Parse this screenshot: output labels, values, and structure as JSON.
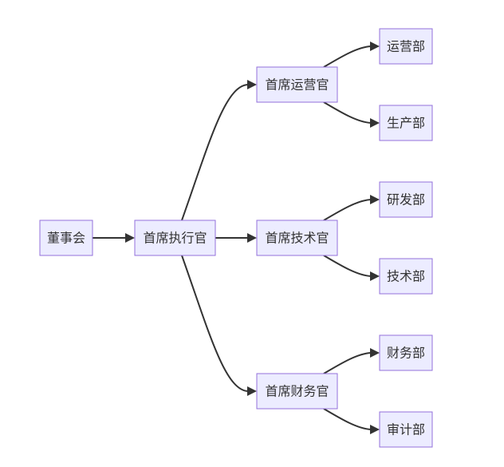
{
  "nodes": {
    "board": "董事会",
    "ceo": "首席执行官",
    "coo": "首席运营官",
    "cto": "首席技术官",
    "cfo": "首席财务官",
    "operations": "运营部",
    "production": "生产部",
    "rnd": "研发部",
    "technology": "技术部",
    "finance": "财务部",
    "audit": "审计部"
  },
  "edges": [
    [
      "board",
      "ceo"
    ],
    [
      "ceo",
      "coo"
    ],
    [
      "ceo",
      "cto"
    ],
    [
      "ceo",
      "cfo"
    ],
    [
      "coo",
      "operations"
    ],
    [
      "coo",
      "production"
    ],
    [
      "cto",
      "rnd"
    ],
    [
      "cto",
      "technology"
    ],
    [
      "cfo",
      "finance"
    ],
    [
      "cfo",
      "audit"
    ]
  ],
  "colors": {
    "node_fill": "#ECECFF",
    "node_border": "#9370DB",
    "edge": "#333333",
    "text": "#333333"
  }
}
